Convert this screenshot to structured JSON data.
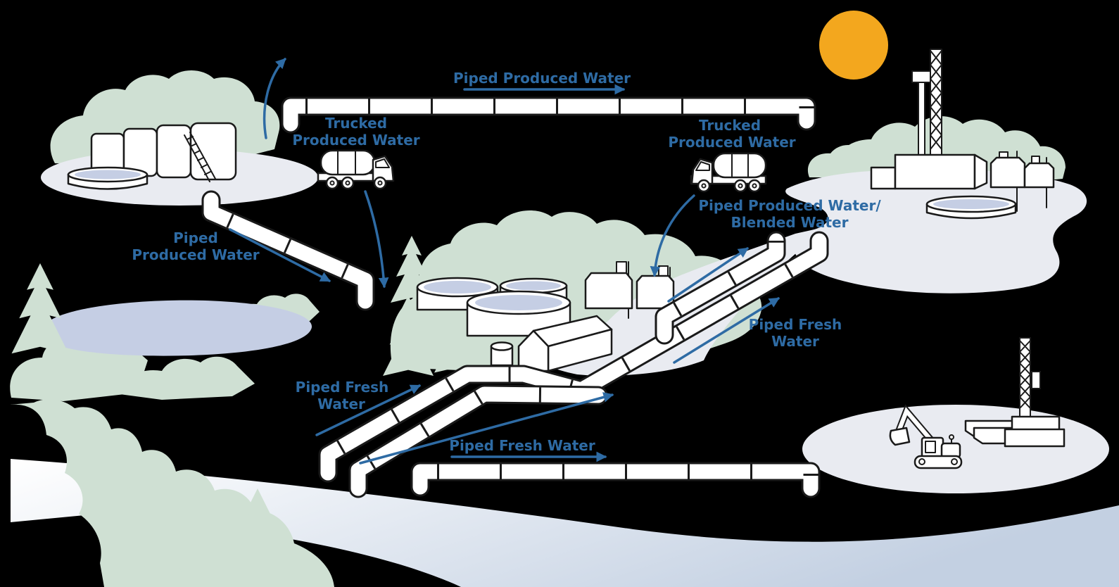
{
  "title": "Produced Water and Fresh Water Lifecycle Diagram",
  "colors": {
    "label_blue": "#2e6ba4",
    "tree_green": "#cfe0d3",
    "pad_gray": "#e9ebf1",
    "water_blue": "#c5cee4",
    "sun_orange": "#f3a71e",
    "outline_dark": "#1a1a1a",
    "background": "#000000"
  },
  "labels": {
    "piped_produced_top": "Piped Produced Water",
    "piped_produced_left": {
      "line1": "Piped",
      "line2": "Produced Water"
    },
    "trucked_left": {
      "line1": "Trucked",
      "line2": "Produced Water"
    },
    "trucked_right": {
      "line1": "Trucked",
      "line2": "Produced Water"
    },
    "blended": {
      "line1": "Piped Produced Water/",
      "line2": "Blended Water"
    },
    "fresh_right": {
      "line1": "Piped Fresh",
      "line2": "Water"
    },
    "fresh_left": {
      "line1": "Piped Fresh",
      "line2": "Water"
    },
    "fresh_bottom": "Piped Fresh Water"
  }
}
